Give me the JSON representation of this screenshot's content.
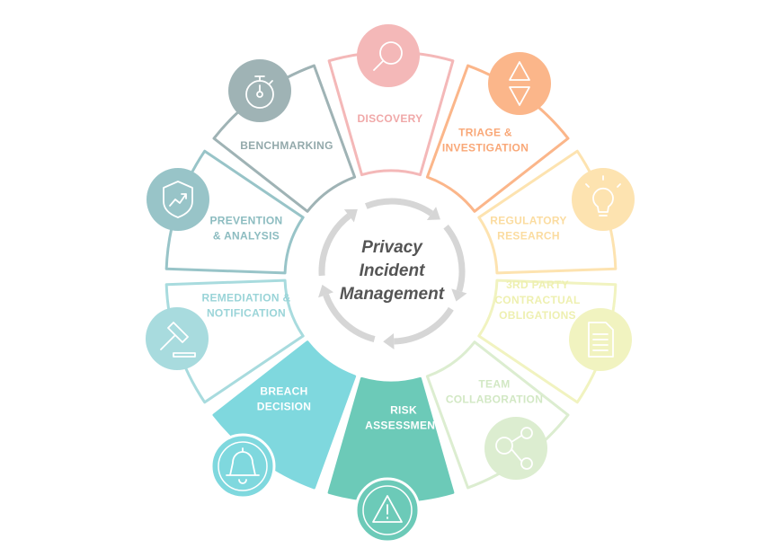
{
  "title_lines": [
    "Privacy",
    "Incident",
    "Management"
  ],
  "segments": [
    {
      "id": "discovery",
      "lines": [
        "DISCOVERY"
      ],
      "color": "#f4b8b8",
      "text_color": "#f0a8a8",
      "filled": false,
      "icon": "magnifier-icon"
    },
    {
      "id": "triage",
      "lines": [
        "TRIAGE &",
        "INVESTIGATION"
      ],
      "color": "#fbb68a",
      "text_color": "#f9a878",
      "filled": false,
      "icon": "triangles-icon"
    },
    {
      "id": "regulatory",
      "lines": [
        "REGULATORY",
        "RESEARCH"
      ],
      "color": "#fde3b0",
      "text_color": "#fbdca0",
      "filled": false,
      "icon": "lightbulb-icon"
    },
    {
      "id": "third-party",
      "lines": [
        "3RD PARTY",
        "CONTRACTUAL",
        "OBLIGATIONS"
      ],
      "color": "#f1f3c0",
      "text_color": "#eef0b0",
      "filled": false,
      "icon": "document-icon"
    },
    {
      "id": "team",
      "lines": [
        "TEAM",
        "COLLABORATION"
      ],
      "color": "#dcedd0",
      "text_color": "#d2e8c4",
      "filled": false,
      "icon": "people-network-icon"
    },
    {
      "id": "risk",
      "lines": [
        "RISK",
        "ASSESSMENT"
      ],
      "color": "#6ccab8",
      "text_color": "#ffffff",
      "filled": true,
      "icon": "warning-icon"
    },
    {
      "id": "breach",
      "lines": [
        "BREACH",
        "DECISION"
      ],
      "color": "#7fd8de",
      "text_color": "#ffffff",
      "filled": true,
      "icon": "bell-icon"
    },
    {
      "id": "remediation",
      "lines": [
        "REMEDIATION &",
        "NOTIFICATION"
      ],
      "color": "#a8dbde",
      "text_color": "#9ad4d8",
      "filled": false,
      "icon": "gavel-icon"
    },
    {
      "id": "prevention",
      "lines": [
        "PREVENTION",
        "& ANALYSIS"
      ],
      "color": "#98c4c8",
      "text_color": "#8cbcc0",
      "filled": false,
      "icon": "shield-chart-icon"
    },
    {
      "id": "benchmarking",
      "lines": [
        "BENCHMARKING"
      ],
      "color": "#9fb3b5",
      "text_color": "#93a9ab",
      "filled": false,
      "icon": "stopwatch-icon"
    }
  ],
  "cycle_arrow_color": "#d6d6d6"
}
